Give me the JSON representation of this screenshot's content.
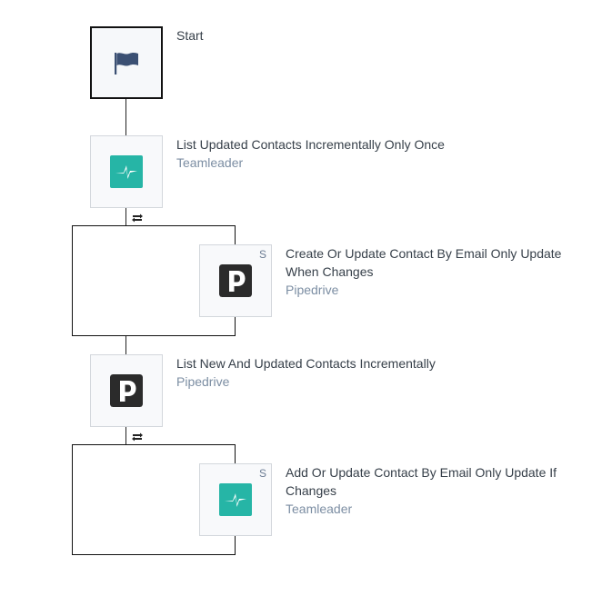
{
  "steps": [
    {
      "title": "Start",
      "app": "",
      "icon": "flag-icon"
    },
    {
      "title": "List Updated Contacts Incrementally Only Once",
      "app": "Teamleader",
      "icon": "teamleader-logo-icon"
    },
    {
      "title": "Create Or Update Contact By Email Only Update When Changes",
      "app": "Pipedrive",
      "icon": "pipedrive-logo-icon",
      "badge": "S"
    },
    {
      "title": "List New And Updated Contacts Incrementally",
      "app": "Pipedrive",
      "icon": "pipedrive-logo-icon"
    },
    {
      "title": "Add Or Update Contact By Email Only Update If Changes",
      "app": "Teamleader",
      "icon": "teamleader-logo-icon",
      "badge": "S"
    }
  ],
  "colors": {
    "teamleader": "#26b5a6",
    "pipedrive": "#2b2b2b",
    "flag": "#3b5073"
  }
}
